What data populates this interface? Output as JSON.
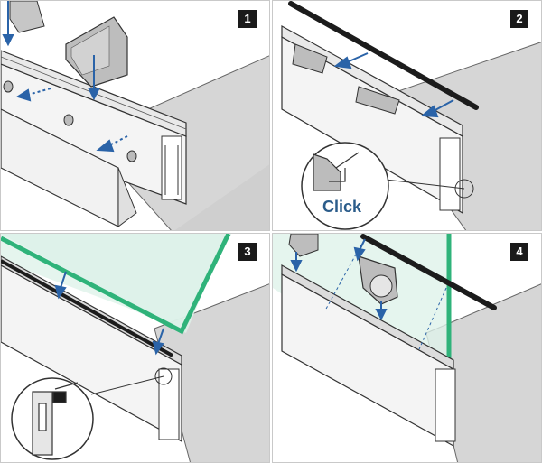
{
  "steps": [
    {
      "number": "1"
    },
    {
      "number": "2",
      "callout_label": "Click"
    },
    {
      "number": "3"
    },
    {
      "number": "4"
    }
  ],
  "colors": {
    "glass_edge": "#2fb37a",
    "glass_fill": "#cfeee3",
    "arrow_blue": "#2a63a8",
    "profile_line": "#3a3a3a",
    "concrete": "#d8d8d8",
    "gasket": "#1c1c1c"
  }
}
